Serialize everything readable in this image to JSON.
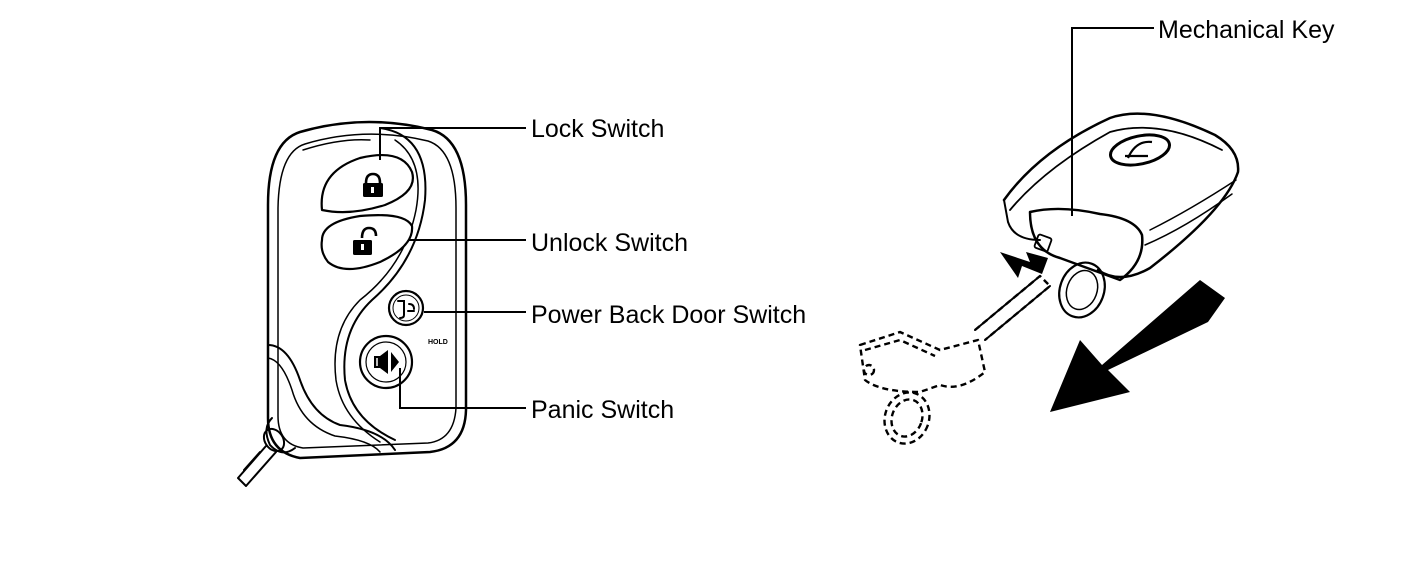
{
  "labels": {
    "lock_switch": "Lock Switch",
    "unlock_switch": "Unlock Switch",
    "power_back_door_switch": "Power Back Door Switch",
    "panic_switch": "Panic Switch",
    "hold": "HOLD",
    "mechanical_key": "Mechanical Key"
  },
  "icons": {
    "lock": "padlock-closed-icon",
    "unlock": "padlock-open-icon",
    "back_door": "back-door-icon",
    "panic": "horn-icon",
    "emblem": "brand-emblem-icon",
    "removal_arrow": "arrow-down-left-icon"
  },
  "colors": {
    "line": "#000000",
    "background": "#ffffff"
  }
}
